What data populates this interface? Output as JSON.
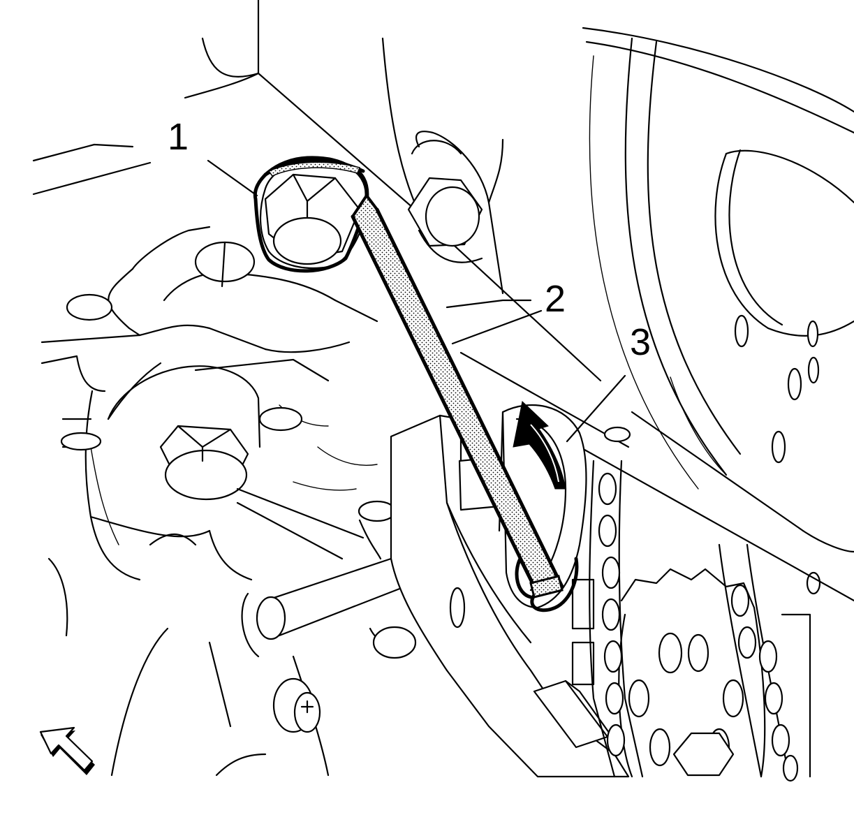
{
  "callouts": [
    {
      "id": "1",
      "label": "1"
    },
    {
      "id": "2",
      "label": "2"
    },
    {
      "id": "3",
      "label": "3"
    }
  ],
  "view_arrow_icon": "view-direction-arrow-icon"
}
